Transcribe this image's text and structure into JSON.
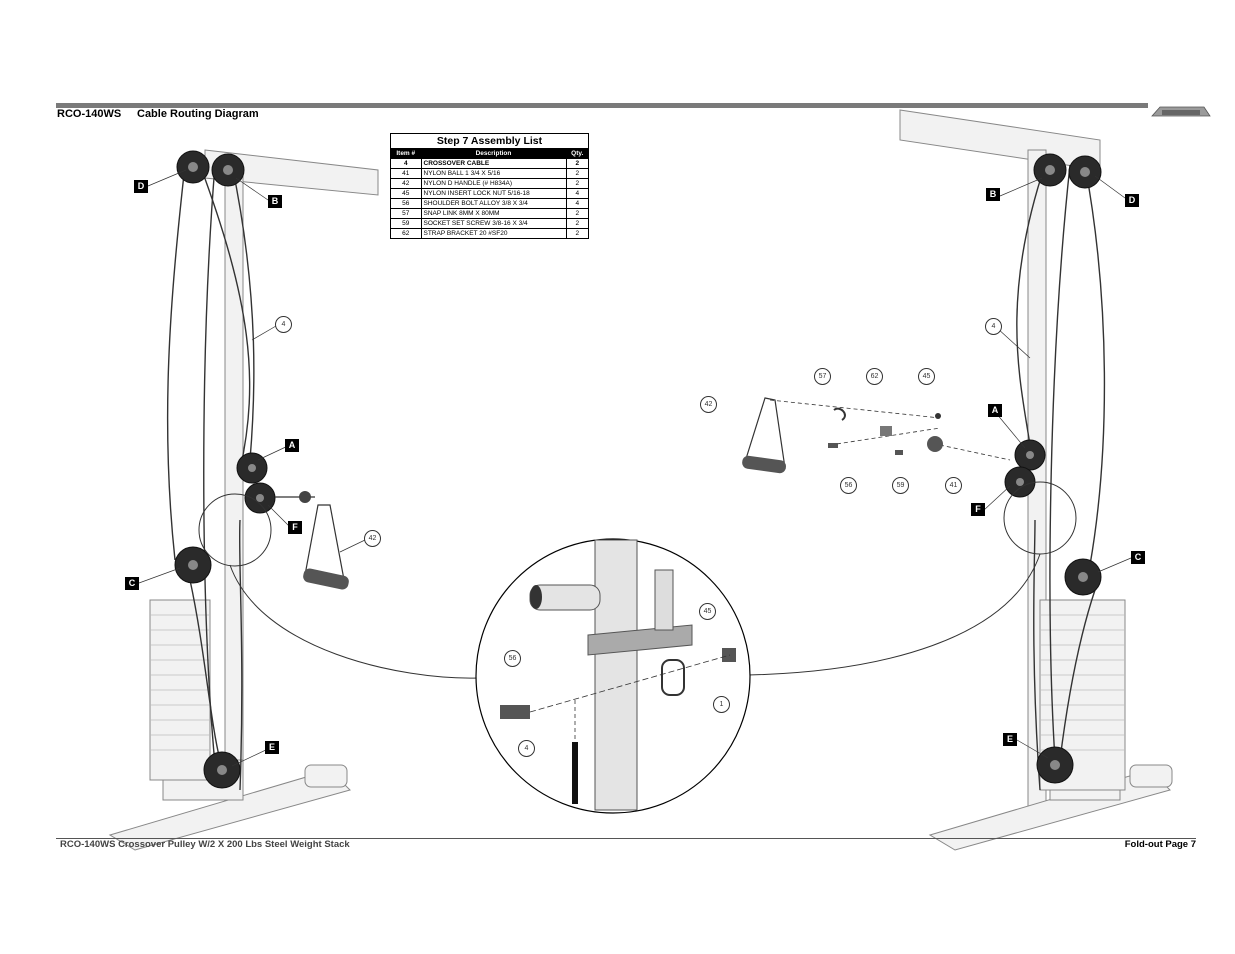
{
  "header": {
    "model": "RCO-140WS",
    "title": "Cable Routing Diagram"
  },
  "logo": {
    "name": "tuffstuff-logo"
  },
  "assembly_list": {
    "title": "Step 7    Assembly List",
    "columns": [
      "Item #",
      "Description",
      "Qty."
    ],
    "rows": [
      [
        "4",
        "CROSSOVER CABLE",
        "2"
      ],
      [
        "41",
        "NYLON BALL 1 3/4 X 5/16",
        "2"
      ],
      [
        "42",
        "NYLON D HANDLE (# H834A)",
        "2"
      ],
      [
        "45",
        "NYLON INSERT LOCK NUT 5/16-18",
        "4"
      ],
      [
        "56",
        "SHOULDER BOLT ALLOY 3/8 X 3/4",
        "4"
      ],
      [
        "57",
        "SNAP LINK 8MM X 80MM",
        "2"
      ],
      [
        "59",
        "SOCKET SET SCREW 3/8-16 X 3/4",
        "2"
      ],
      [
        "62",
        "STRAP BRACKET 20 #SF20",
        "2"
      ]
    ]
  },
  "pulley_tags": {
    "left": [
      "D",
      "B",
      "A",
      "F",
      "C",
      "E"
    ],
    "right": [
      "B",
      "D",
      "A",
      "F",
      "C",
      "E"
    ]
  },
  "callouts": {
    "left_cable": "4",
    "left_handle": "42",
    "right_cable": "4",
    "snap_link": "57",
    "strap_bracket": "62",
    "lock_nut": "45",
    "handle": "42",
    "shoulder_bolt": "56",
    "set_screw": "59",
    "ball": "41",
    "detail_lock_nut": "45",
    "detail_bolt": "56",
    "detail_item": "1",
    "detail_cable": "4"
  },
  "footer": {
    "left": "RCO-140WS   Crossover Pulley W/2 X 200 Lbs Steel Weight Stack",
    "right": "Fold-out Page  7"
  },
  "colors": {
    "rule": "#7a7a7a",
    "line": "#333333",
    "pulley": "#2a2a2a",
    "frame": "#e8e8e8"
  }
}
